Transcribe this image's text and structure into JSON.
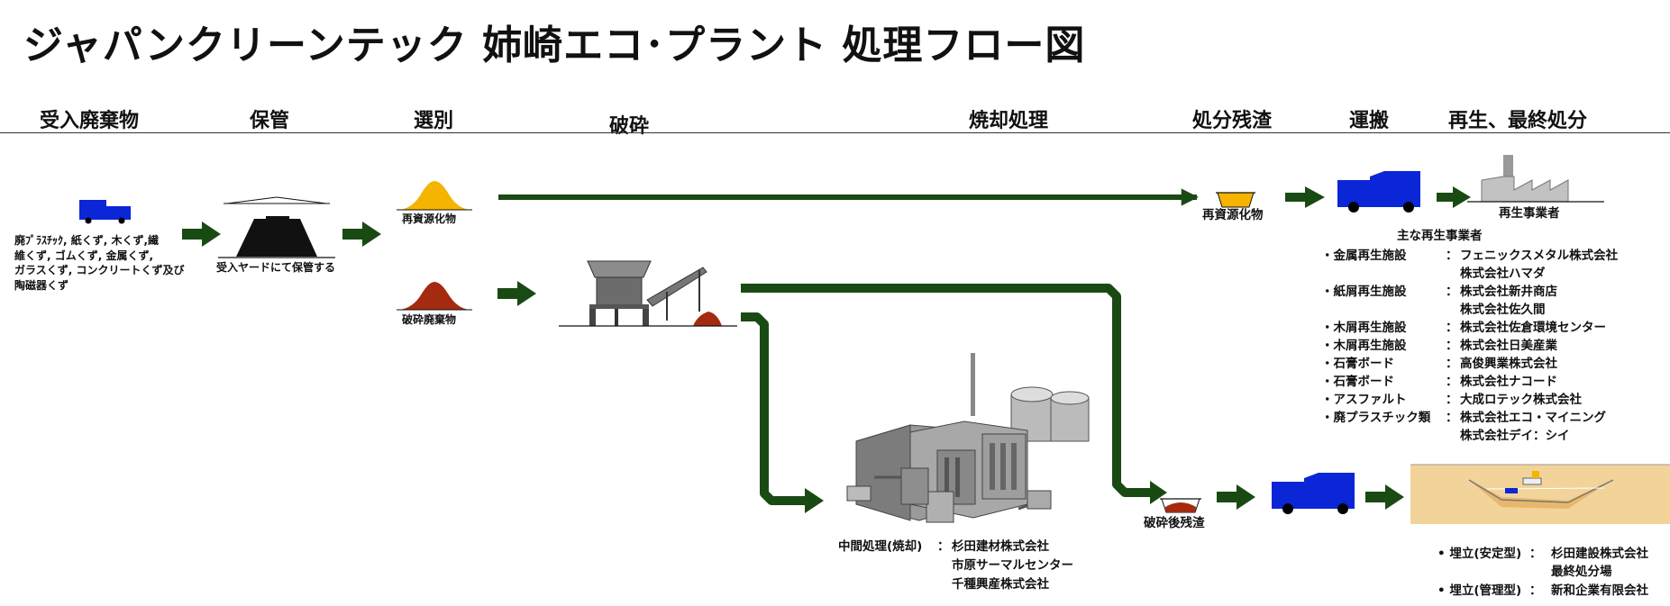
{
  "title": "ジャパンクリーンテック 姉崎エコ･プラント 処理フロー図",
  "stages": [
    "受入廃棄物",
    "保管",
    "選別",
    "破砕",
    "焼却処理",
    "処分残渣",
    "運搬",
    "再生、最終処分"
  ],
  "waste_types": [
    "廃ﾌﾟﾗｽﾁｯｸ, 紙くず, 木くず,繊",
    "維くず, ゴムくず, 金属くず,",
    "ガラスくず, コンクリートくず及び",
    "陶磁器くず"
  ],
  "storage_label": "受入ヤードにて保管する",
  "recycle_label": "再資源化物",
  "crush_waste_label": "破砕廃棄物",
  "recycle_residue_label": "再資源化物",
  "crush_residue_label": "破砕後残渣",
  "recycler_label": "再生事業者",
  "main_recyclers": {
    "title": "主な再生事業者",
    "rows": [
      {
        "facility": "・金属再生施設",
        "sep": "：",
        "companies": [
          "フェニックスメタル株式会社",
          "株式会社ハマダ"
        ]
      },
      {
        "facility": "・紙屑再生施設",
        "sep": "：",
        "companies": [
          "株式会社新井商店",
          "株式会社佐久間"
        ]
      },
      {
        "facility": "・木屑再生施設",
        "sep": "：",
        "companies": [
          "株式会社佐倉環境センター"
        ]
      },
      {
        "facility": "・木屑再生施設",
        "sep": "：",
        "companies": [
          "株式会社日美産業"
        ]
      },
      {
        "facility": "・石膏ボード",
        "sep": "：",
        "companies": [
          "高俊興業株式会社"
        ]
      },
      {
        "facility": "・石膏ボード",
        "sep": "：",
        "companies": [
          "株式会社ナコード"
        ]
      },
      {
        "facility": "・アスファルト",
        "sep": "：",
        "companies": [
          "大成ロテック株式会社"
        ]
      },
      {
        "facility": "・廃プラスチック類",
        "sep": "：",
        "companies": [
          "株式会社エコ・マイニング",
          "株式会社デイ：シイ"
        ]
      }
    ]
  },
  "incineration": {
    "label": "中間処理(焼却)",
    "sep": "：",
    "companies": [
      "杉田建材株式会社",
      "市原サーマルセンター",
      "千種興産株式会社"
    ]
  },
  "landfill": [
    {
      "label": "• 埋立(安定型)",
      "sep": "：",
      "companies": [
        "杉田建設株式会社",
        "最終処分場"
      ]
    },
    {
      "label": "• 埋立(管理型)",
      "sep": "：",
      "companies": [
        "新和企業有限会社"
      ]
    }
  ],
  "colors": {
    "arrow": "#1a4a14",
    "truck": "#0a26d6",
    "recyclable_pile": "#f5b400",
    "waste_pile": "#a42a10",
    "landfill_ground": "#f2d39a",
    "building": "#9a9a9a"
  }
}
